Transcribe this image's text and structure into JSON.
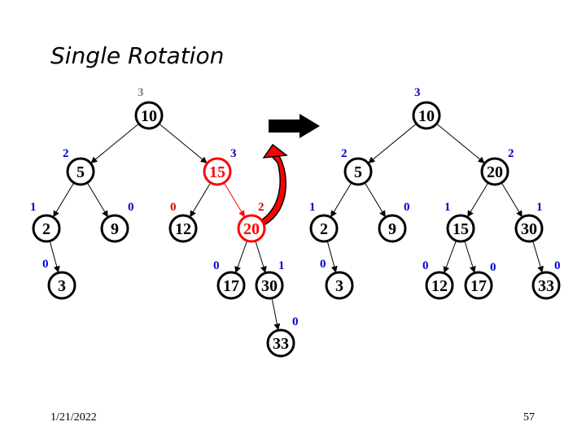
{
  "slide": {
    "title": "Single Rotation",
    "date": "1/21/2022",
    "page_number": "57"
  },
  "colors": {
    "node_stroke": "#000000",
    "highlight": "#ff0000",
    "height_blue": "#0000cc",
    "height_red": "#dd0000",
    "height_gray": "#808080",
    "arrow": "#000000"
  },
  "before_tree": {
    "nodes": [
      {
        "id": "b10",
        "value": "10",
        "height": "3",
        "height_color": "gray"
      },
      {
        "id": "b5",
        "value": "5",
        "height": "2",
        "height_color": "blue"
      },
      {
        "id": "b15",
        "value": "15",
        "height": "3",
        "height_color": "blue",
        "highlight": true
      },
      {
        "id": "b2",
        "value": "2",
        "height": "1",
        "height_color": "blue"
      },
      {
        "id": "b9",
        "value": "9",
        "height": "0",
        "height_color": "blue"
      },
      {
        "id": "b12",
        "value": "12",
        "height": "0",
        "height_color": "red"
      },
      {
        "id": "b20",
        "value": "20",
        "height": "2",
        "height_color": "red",
        "highlight": true
      },
      {
        "id": "b3",
        "value": "3",
        "height": "0",
        "height_color": "blue"
      },
      {
        "id": "b17",
        "value": "17",
        "height": "0",
        "height_color": "blue"
      },
      {
        "id": "b30",
        "value": "30",
        "height": "1",
        "height_color": "blue"
      },
      {
        "id": "b33",
        "value": "33",
        "height": "0",
        "height_color": "blue"
      }
    ],
    "edges": [
      [
        "b10",
        "b5"
      ],
      [
        "b10",
        "b15"
      ],
      [
        "b5",
        "b2"
      ],
      [
        "b5",
        "b9"
      ],
      [
        "b15",
        "b12"
      ],
      [
        "b15",
        "b20"
      ],
      [
        "b2",
        "b3"
      ],
      [
        "b20",
        "b17"
      ],
      [
        "b20",
        "b30"
      ],
      [
        "b30",
        "b33"
      ]
    ]
  },
  "after_tree": {
    "nodes": [
      {
        "id": "a10",
        "value": "10",
        "height": "3",
        "height_color": "blue"
      },
      {
        "id": "a5",
        "value": "5",
        "height": "2",
        "height_color": "blue"
      },
      {
        "id": "a20",
        "value": "20",
        "height": "2",
        "height_color": "blue"
      },
      {
        "id": "a2",
        "value": "2",
        "height": "1",
        "height_color": "blue"
      },
      {
        "id": "a9",
        "value": "9",
        "height": "0",
        "height_color": "blue"
      },
      {
        "id": "a15",
        "value": "15",
        "height": "1",
        "height_color": "blue"
      },
      {
        "id": "a30",
        "value": "30",
        "height": "1",
        "height_color": "blue"
      },
      {
        "id": "a3",
        "value": "3",
        "height": "0",
        "height_color": "blue"
      },
      {
        "id": "a12",
        "value": "12",
        "height": "0",
        "height_color": "blue"
      },
      {
        "id": "a17",
        "value": "17",
        "height": "0",
        "height_color": "blue"
      },
      {
        "id": "a33",
        "value": "33",
        "height": "0",
        "height_color": "blue"
      }
    ],
    "edges": [
      [
        "a10",
        "a5"
      ],
      [
        "a10",
        "a20"
      ],
      [
        "a5",
        "a2"
      ],
      [
        "a5",
        "a9"
      ],
      [
        "a20",
        "a15"
      ],
      [
        "a20",
        "a30"
      ],
      [
        "a2",
        "a3"
      ],
      [
        "a15",
        "a12"
      ],
      [
        "a15",
        "a17"
      ],
      [
        "a30",
        "a33"
      ]
    ]
  },
  "icons": {
    "transform_arrow": "right-arrow-icon",
    "rotation_arrow": "curved-rotation-arrow-icon"
  }
}
